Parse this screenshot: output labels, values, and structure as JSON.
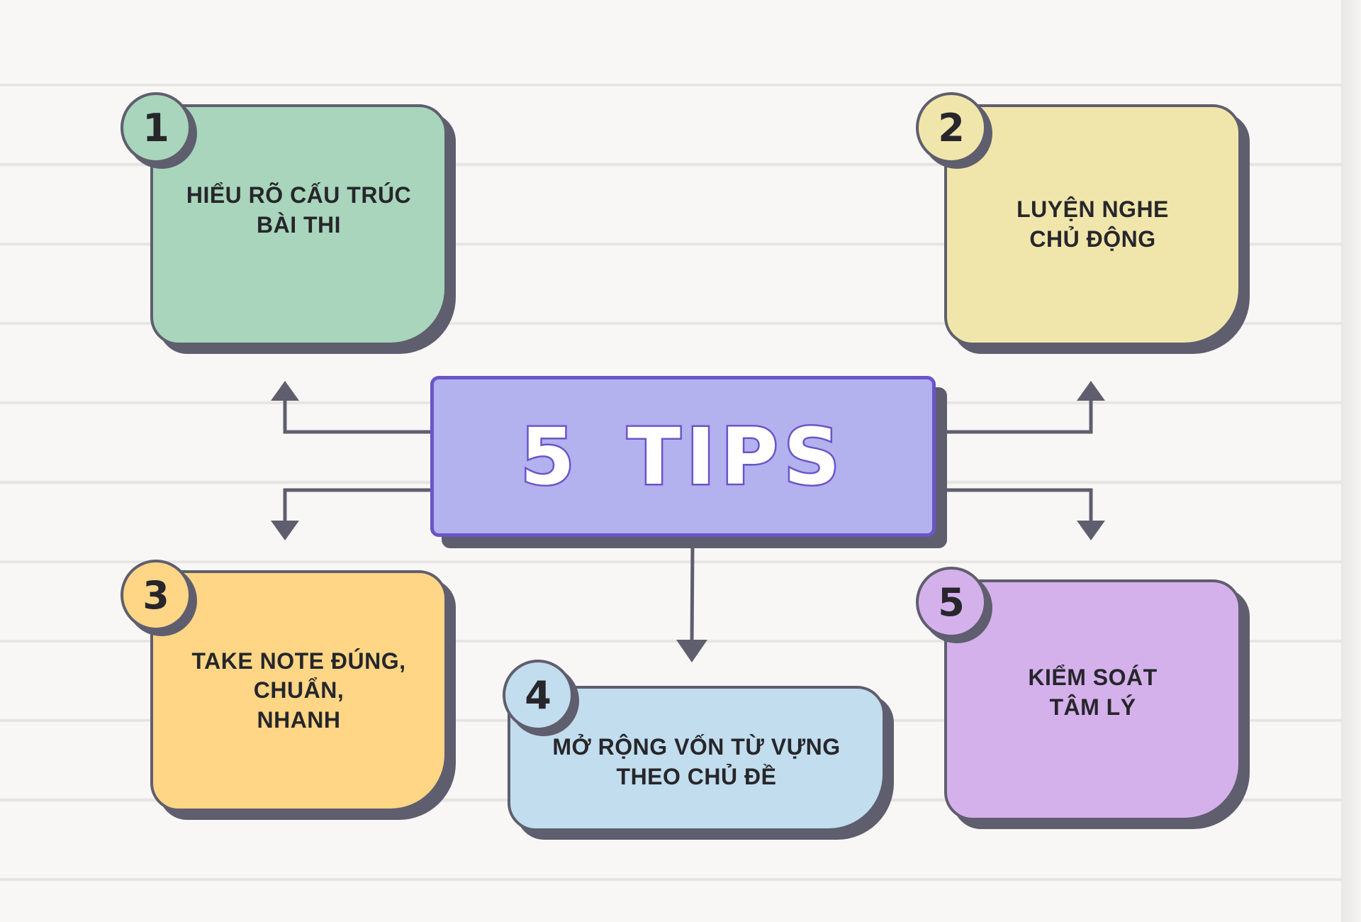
{
  "title": "5 TIPS",
  "tips": [
    {
      "number": "1",
      "label": "HIỂU RÕ CẤU TRÚC\nBÀI THI",
      "color": "#a8d5bb"
    },
    {
      "number": "2",
      "label": "LUYỆN NGHE\nCHỦ ĐỘNG",
      "color": "#f0e6ab"
    },
    {
      "number": "3",
      "label": "TAKE NOTE ĐÚNG,\nCHUẨN,\nNHANH",
      "color": "#ffd686"
    },
    {
      "number": "4",
      "label": "MỞ RỘNG VỐN TỪ VỰNG\nTHEO CHỦ ĐỀ",
      "color": "#c2dded"
    },
    {
      "number": "5",
      "label": "KIỂM SOÁT\nTÂM LÝ",
      "color": "#d5b1ec"
    }
  ]
}
